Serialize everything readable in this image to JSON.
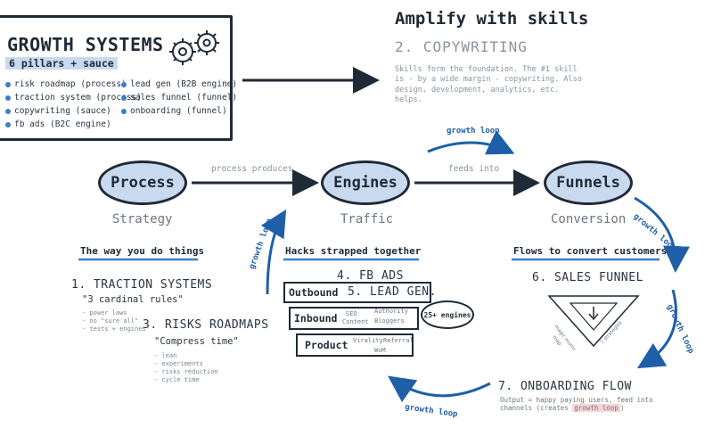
{
  "summary": {
    "title": "GROWTH SYSTEMS",
    "subtitle": "6 pillars + sauce",
    "bullets_left": [
      "risk roadmap (process)",
      "traction system (process)",
      "copywriting (sauce)",
      "fb ads (B2C engine)"
    ],
    "bullets_right": [
      "lead gen (B2B engine)",
      "sales funnel (funnel)",
      "onboarding (funnel)"
    ]
  },
  "top": {
    "title": "Amplify with skills",
    "step": "2. COPYWRITING",
    "description": "Skills form the foundation. The #1 skill is - by a wide margin - copywriting. Also design, development, analytics, etc. helps."
  },
  "nodes": {
    "process": {
      "label": "Process",
      "sub": "Strategy"
    },
    "engines": {
      "label": "Engines",
      "sub": "Traffic"
    },
    "funnels": {
      "label": "Funnels",
      "sub": "Conversion"
    }
  },
  "edges": {
    "process_produces": "process produces",
    "feeds_into": "feeds into",
    "growth_loop": "growth loop"
  },
  "process_col": {
    "heading": "The way you do things",
    "traction": {
      "title": "1. TRACTION SYSTEMS",
      "quote": "\"3 cardinal rules\"",
      "items": [
        "- power laws",
        "- no \"sure all\"",
        "- tests + engines"
      ]
    },
    "risks": {
      "title": "3. RISKS ROADMAPS",
      "quote": "\"Compress time\"",
      "items": [
        "- lean",
        "- experiments",
        "- risks reduction",
        "- cycle time"
      ]
    }
  },
  "engines_col": {
    "heading": "Hacks strapped together",
    "fb_ads": "4. FB ADS",
    "lead_gen": "5. LEAD GEN.",
    "outbound": "Outbound",
    "inbound": "Inbound",
    "product": "Product",
    "inbound_tags": [
      "SEO",
      "Content",
      "Authority",
      "Bloggers"
    ],
    "product_tags": [
      "Virality",
      "Referral",
      "WoM"
    ],
    "oval": "25+ engines"
  },
  "funnels_col": {
    "heading": "Flows to convert customers",
    "sales_funnel": "6. SALES FUNNEL",
    "funnel_left": "magic moments",
    "funnel_left2": "map",
    "funnel_right": "7 strategies",
    "onboarding": "7. ONBOARDING FLOW",
    "onb_desc1": "Output = happy paying users, feed into",
    "onb_desc2_pre": "channels (creates ",
    "onb_desc2_hl": "growth loop",
    "onb_desc2_post": ")"
  }
}
